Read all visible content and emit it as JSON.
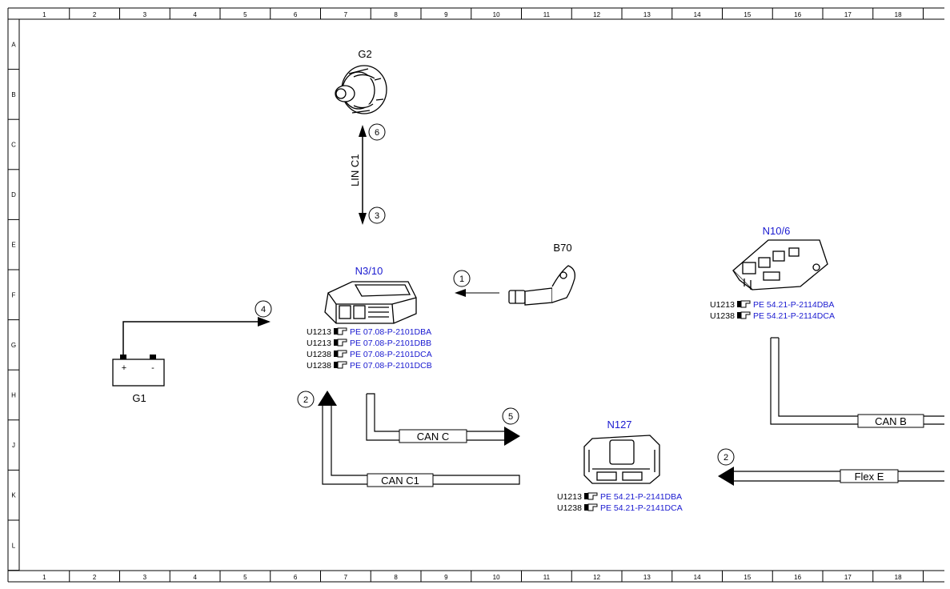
{
  "grid": {
    "columns": [
      "1",
      "2",
      "3",
      "4",
      "5",
      "6",
      "7",
      "8",
      "9",
      "10",
      "11",
      "12",
      "13",
      "14",
      "15",
      "16",
      "17",
      "18"
    ],
    "rows": [
      "A",
      "B",
      "C",
      "D",
      "E",
      "F",
      "G",
      "H",
      "J",
      "K",
      "L"
    ]
  },
  "components": {
    "g2": {
      "label": "G2"
    },
    "g1": {
      "label": "G1",
      "plus": "+",
      "minus": "-"
    },
    "b70": {
      "label": "B70"
    },
    "n3_10": {
      "label": "N3/10",
      "refs": [
        {
          "code": "U1213",
          "doc": "PE 07.08-P-2101DBA"
        },
        {
          "code": "U1213",
          "doc": "PE 07.08-P-2101DBB"
        },
        {
          "code": "U1238",
          "doc": "PE 07.08-P-2101DCA"
        },
        {
          "code": "U1238",
          "doc": "PE 07.08-P-2101DCB"
        }
      ]
    },
    "n10_6": {
      "label": "N10/6",
      "refs": [
        {
          "code": "U1213",
          "doc": "PE 54.21-P-2114DBA"
        },
        {
          "code": "U1238",
          "doc": "PE 54.21-P-2114DCA"
        }
      ]
    },
    "n127": {
      "label": "N127",
      "refs": [
        {
          "code": "U1213",
          "doc": "PE 54.21-P-2141DBA"
        },
        {
          "code": "U1238",
          "doc": "PE 54.21-P-2141DCA"
        }
      ]
    }
  },
  "buses": {
    "lin_c1": "LIN C1",
    "can_c": "CAN C",
    "can_c1": "CAN C1",
    "can_b": "CAN B",
    "flex_e": "Flex E"
  },
  "callouts": {
    "c1": "1",
    "c2a": "2",
    "c2b": "2",
    "c3": "3",
    "c4": "4",
    "c5": "5",
    "c6": "6"
  }
}
